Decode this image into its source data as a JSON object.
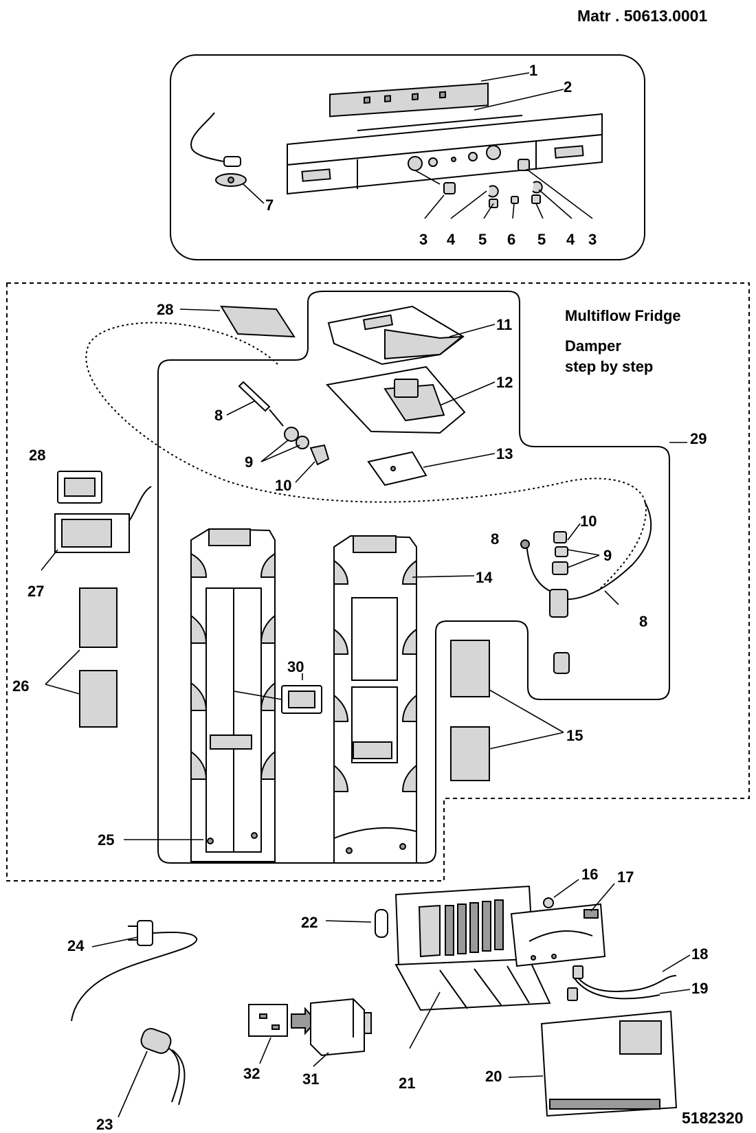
{
  "header": {
    "material_code": "Matr . 50613.0001"
  },
  "footer": {
    "drawing_number": "5182320"
  },
  "note": {
    "line1": "Multiflow Fridge",
    "line2": "Damper",
    "line3": "step by step"
  },
  "callouts": {
    "c1": "1",
    "c2": "2",
    "c3a": "3",
    "c4a": "4",
    "c5a": "5",
    "c6": "6",
    "c5b": "5",
    "c4b": "4",
    "c3b": "3",
    "c7": "7",
    "c28a": "28",
    "c11": "11",
    "c12": "12",
    "c8a": "8",
    "c9a": "9",
    "c10a": "10",
    "c13": "13",
    "c29": "29",
    "c28b": "28",
    "c27": "27",
    "c14": "14",
    "c10b": "10",
    "c8b": "8",
    "c9b": "9",
    "c8c": "8",
    "c30": "30",
    "c26": "26",
    "c15": "15",
    "c25": "25",
    "c16": "16",
    "c17": "17",
    "c18": "18",
    "c19": "19",
    "c22": "22",
    "c24": "24",
    "c20": "20",
    "c21": "21",
    "c23": "23",
    "c32": "32",
    "c31": "31"
  }
}
